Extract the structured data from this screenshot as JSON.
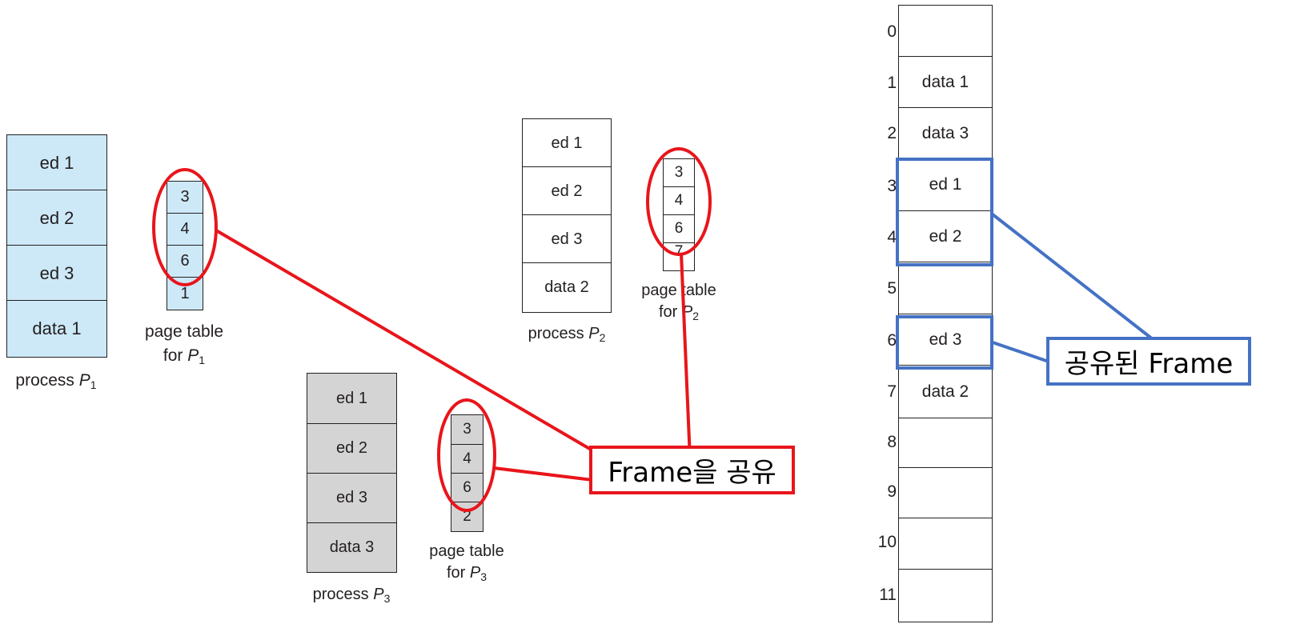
{
  "process_p1": {
    "pages": [
      "ed 1",
      "ed 2",
      "ed 3",
      "data 1"
    ],
    "label_prefix": "process ",
    "label_italic": "P",
    "label_sub": "1"
  },
  "page_table_p1": {
    "entries": [
      "3",
      "4",
      "6",
      "1"
    ],
    "label_line1": "page table",
    "label_for": "for ",
    "label_italic": "P",
    "label_sub": "1"
  },
  "process_p2": {
    "pages": [
      "ed 1",
      "ed 2",
      "ed 3",
      "data 2"
    ],
    "label_prefix": "process ",
    "label_italic": "P",
    "label_sub": "2"
  },
  "page_table_p2": {
    "entries": [
      "3",
      "4",
      "6",
      "7"
    ],
    "label_line1": "page table",
    "label_for": "for ",
    "label_italic": "P",
    "label_sub": "2"
  },
  "process_p3": {
    "pages": [
      "ed 1",
      "ed 2",
      "ed 3",
      "data 3"
    ],
    "label_prefix": "process ",
    "label_italic": "P",
    "label_sub": "3"
  },
  "page_table_p3": {
    "entries": [
      "3",
      "4",
      "6",
      "2"
    ],
    "label_line1": "page table",
    "label_for": "for ",
    "label_italic": "P",
    "label_sub": "3"
  },
  "physical_memory": {
    "frame_numbers": [
      "0",
      "1",
      "2",
      "3",
      "4",
      "5",
      "6",
      "7",
      "8",
      "9",
      "10",
      "11"
    ],
    "frames": [
      "",
      "data 1",
      "data 3",
      "ed 1",
      "ed 2",
      "",
      "ed 3",
      "data 2",
      "",
      "",
      "",
      ""
    ]
  },
  "callouts": {
    "frame_share": "Frame을 공유",
    "shared_frame": "공유된 Frame"
  },
  "colors": {
    "p1_fill": "#cde9f8",
    "p3_fill": "#d4d4d4",
    "annotation_red": "#e8151b",
    "annotation_blue": "#4472c4"
  }
}
